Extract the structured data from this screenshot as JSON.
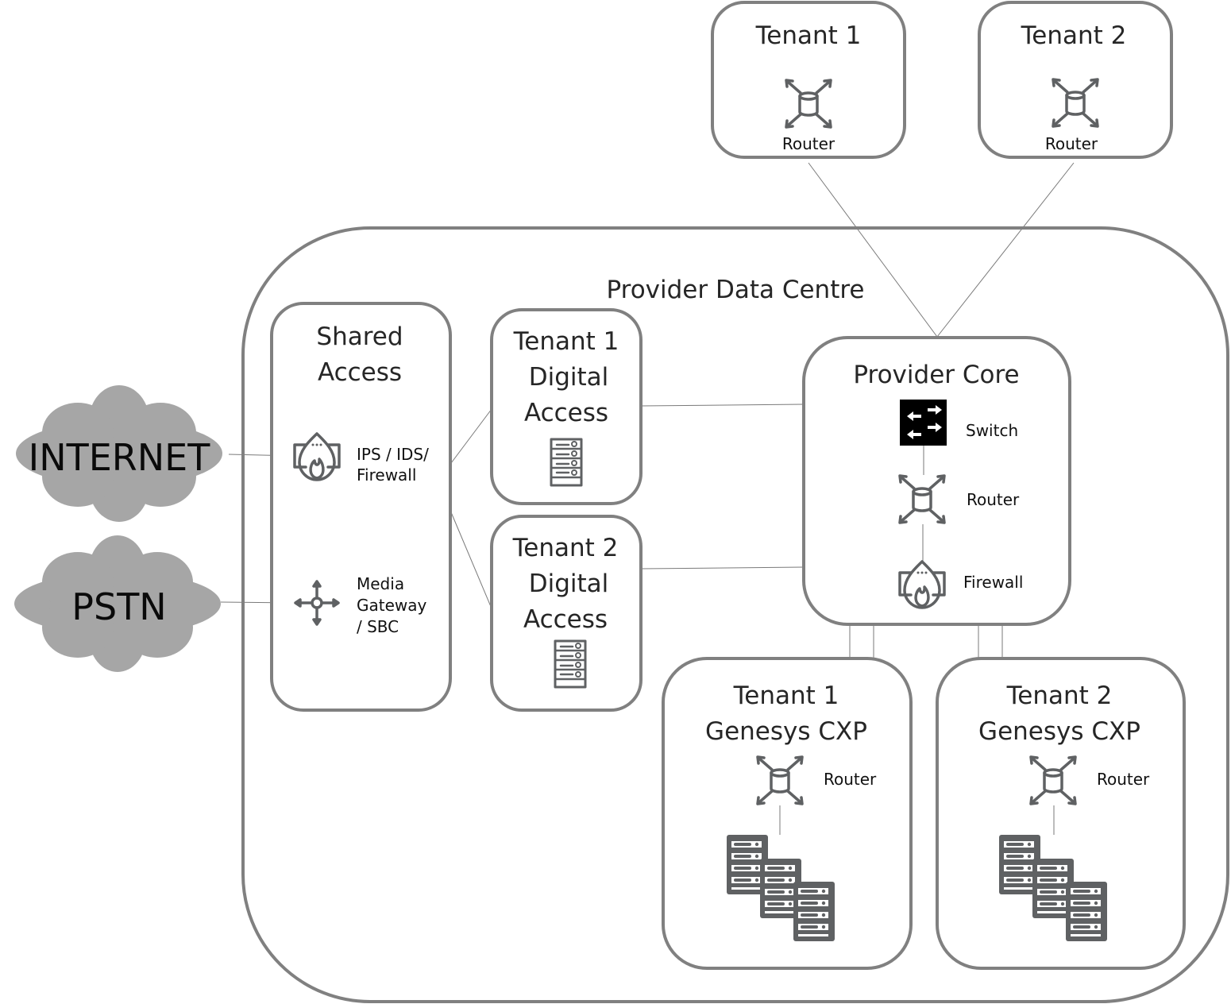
{
  "clouds": {
    "internet": "INTERNET",
    "pstn": "PSTN"
  },
  "external_tenants": [
    {
      "title": "Tenant 1",
      "device_label": "Router",
      "icon": "router-icon"
    },
    {
      "title": "Tenant 2",
      "device_label": "Router",
      "icon": "router-icon"
    }
  ],
  "provider_dc": {
    "title": "Provider Data Centre",
    "shared_access": {
      "title_line1": "Shared",
      "title_line2": "Access",
      "items": [
        {
          "icon": "firewall-icon",
          "line1": "IPS / IDS/",
          "line2": "Firewall"
        },
        {
          "icon": "media-gateway-icon",
          "line1": "Media",
          "line2": "Gateway",
          "line3": "/ SBC"
        }
      ]
    },
    "digital_access": [
      {
        "line1": "Tenant 1",
        "line2": "Digital",
        "line3": "Access",
        "icon": "server-icon"
      },
      {
        "line1": "Tenant 2",
        "line2": "Digital",
        "line3": "Access",
        "icon": "server-icon"
      }
    ],
    "provider_core": {
      "title": "Provider Core",
      "items": [
        {
          "icon": "switch-icon",
          "label": "Switch"
        },
        {
          "icon": "router-icon",
          "label": "Router"
        },
        {
          "icon": "firewall-icon",
          "label": "Firewall"
        }
      ]
    },
    "genesys": [
      {
        "line1": "Tenant 1",
        "line2": "Genesys CXP",
        "router_label": "Router",
        "icon": "server-stack-icon"
      },
      {
        "line1": "Tenant 2",
        "line2": "Genesys CXP",
        "router_label": "Router",
        "icon": "server-stack-icon"
      }
    ]
  },
  "colors": {
    "box_stroke": "#808080",
    "cloud_fill": "#a6a6a6",
    "icon": "#5f6163",
    "switch_bg": "#000000"
  }
}
